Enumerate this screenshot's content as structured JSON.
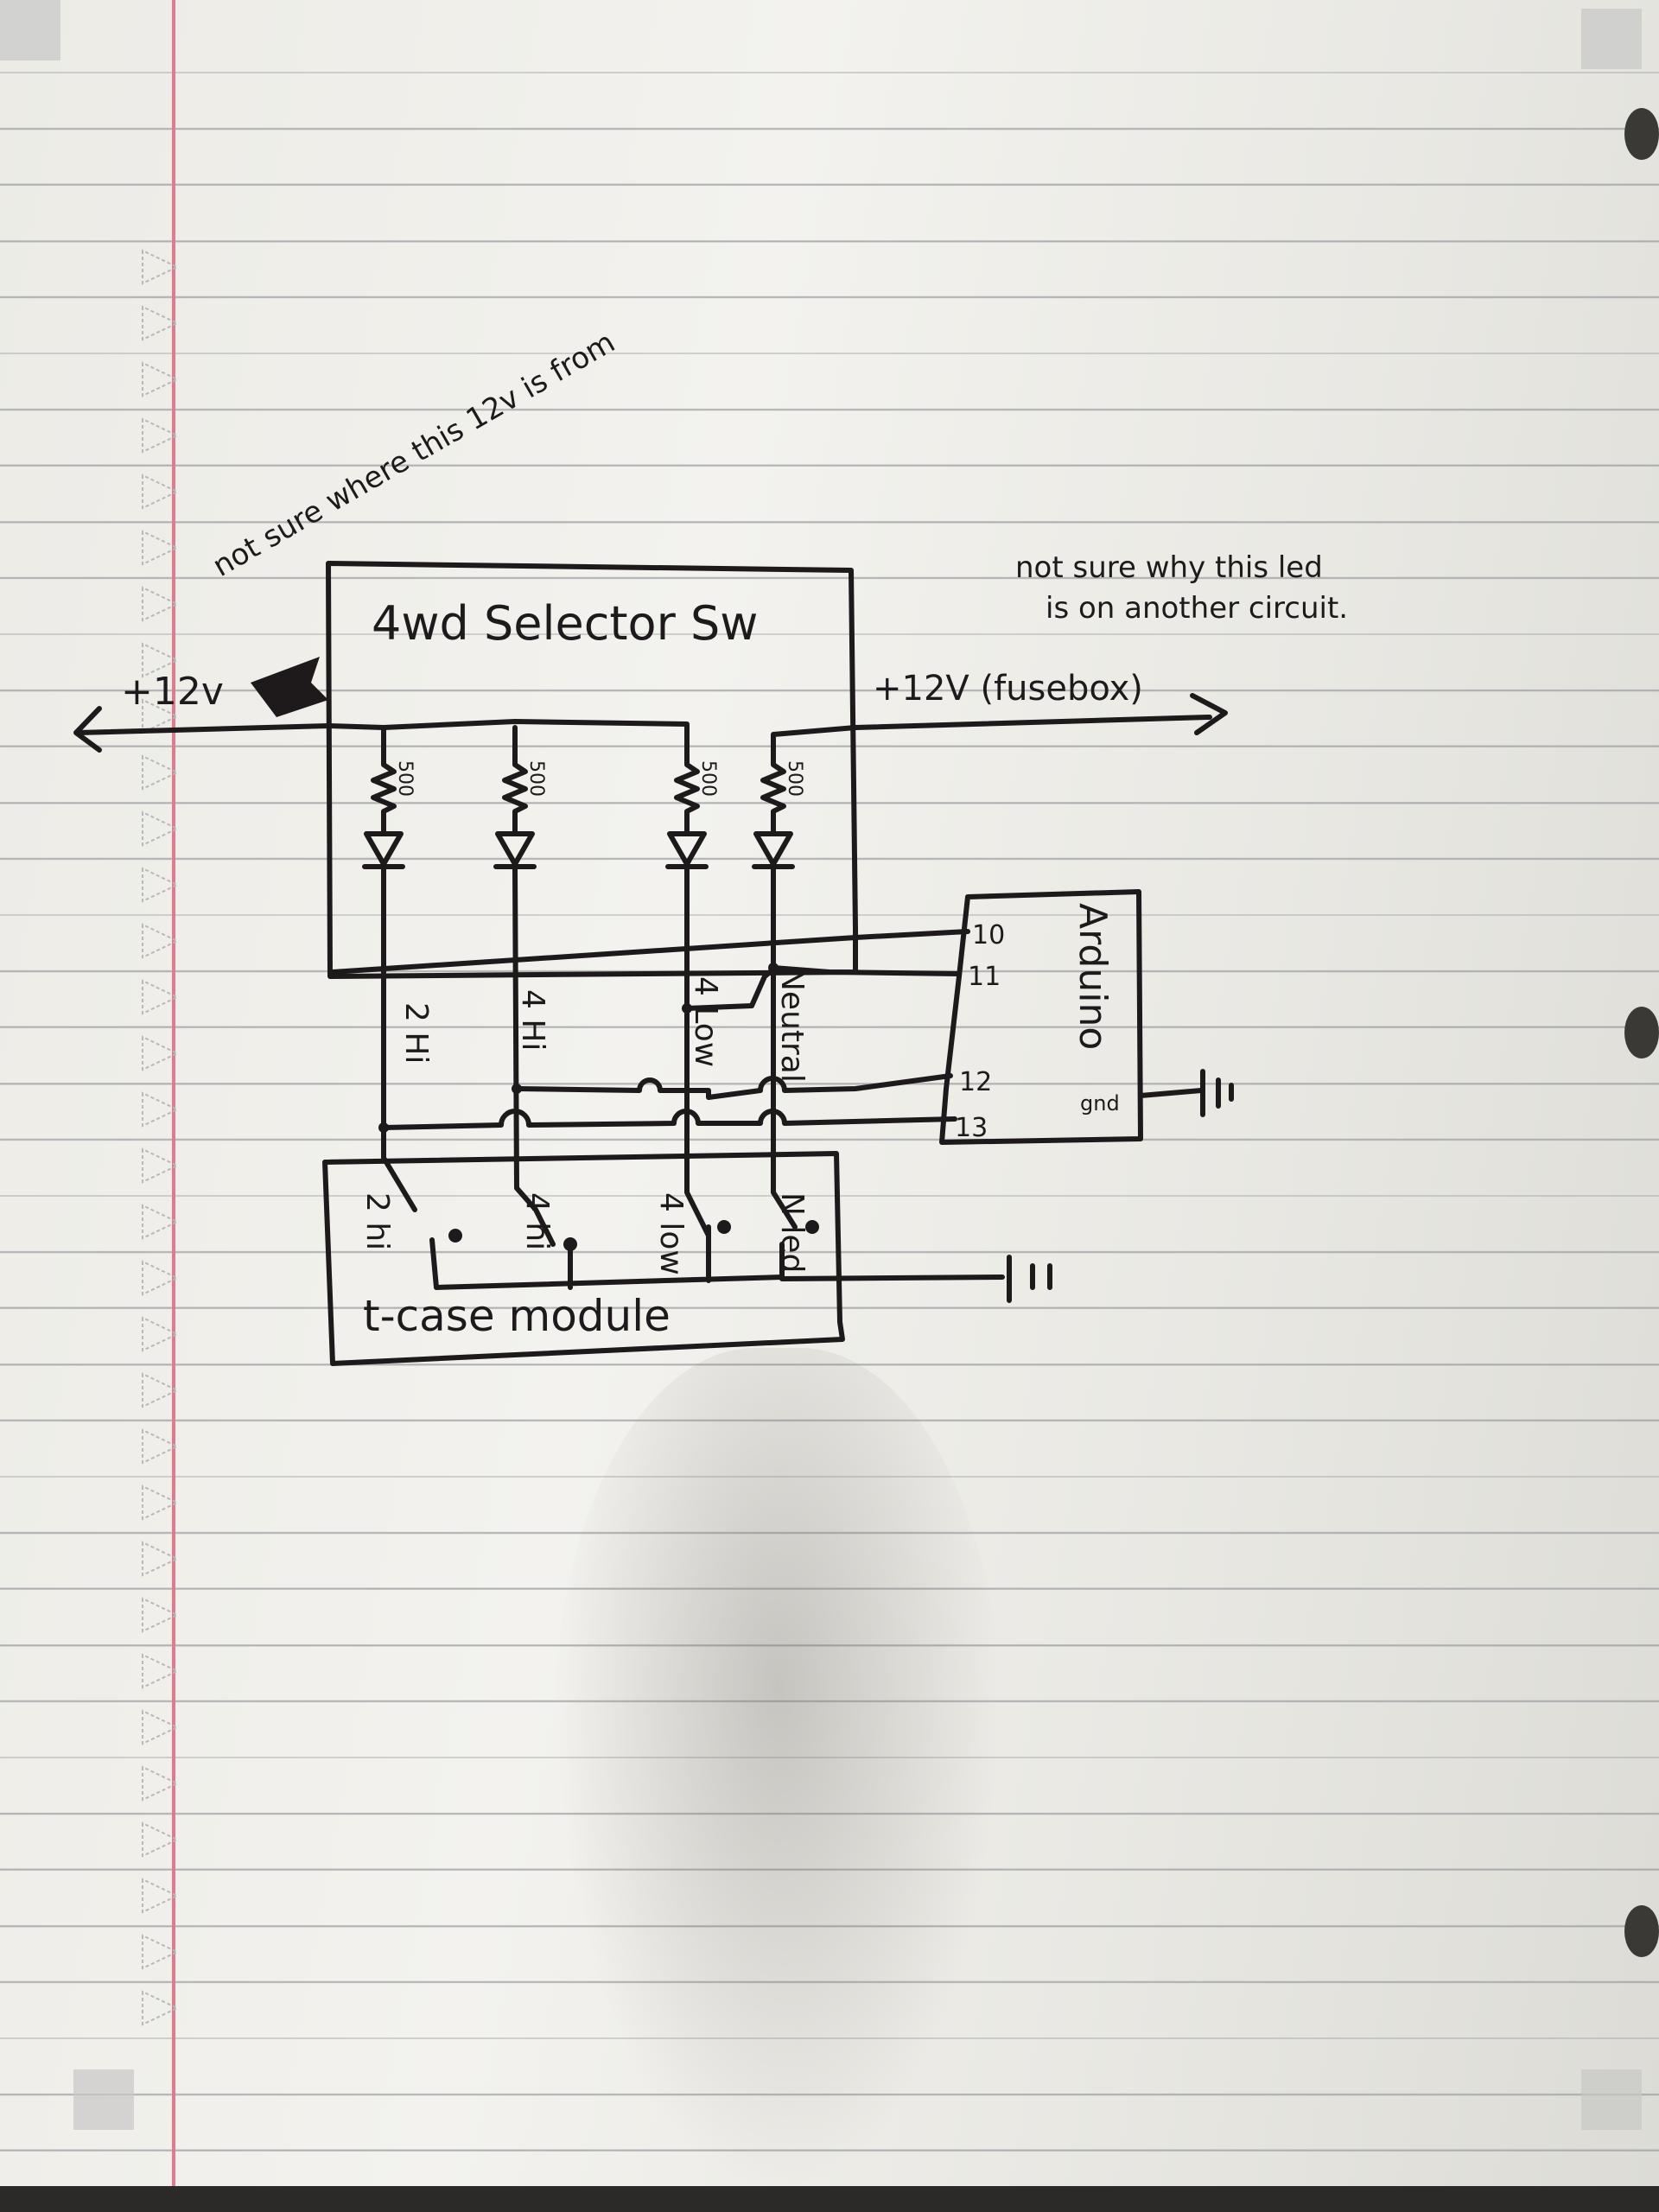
{
  "annotations": {
    "top_left_note": "not sure where this 12v is from",
    "left_supply": "+12v",
    "top_right_note_line1": "not sure why this led",
    "top_right_note_line2": "is on another circuit.",
    "right_supply": "+12V (fusebox)"
  },
  "selector_switch": {
    "title": "4wd Selector Sw",
    "resistor_labels": [
      "500",
      "500",
      "500",
      "500"
    ]
  },
  "wire_labels": [
    "2 Hi",
    "4 Hi",
    "4 Low",
    "Neutral"
  ],
  "arduino": {
    "title": "Arduino",
    "pins": [
      "10",
      "11",
      "12",
      "13"
    ],
    "gnd_label": "gnd"
  },
  "tcase_module": {
    "title": "t-case module",
    "switch_labels": [
      "2 hi",
      "4 hi",
      "4 low",
      "N led"
    ]
  },
  "colors": {
    "ink": "#1e1a1c",
    "margin_line": "#e07a8c",
    "paper": "#f1f0ec"
  }
}
